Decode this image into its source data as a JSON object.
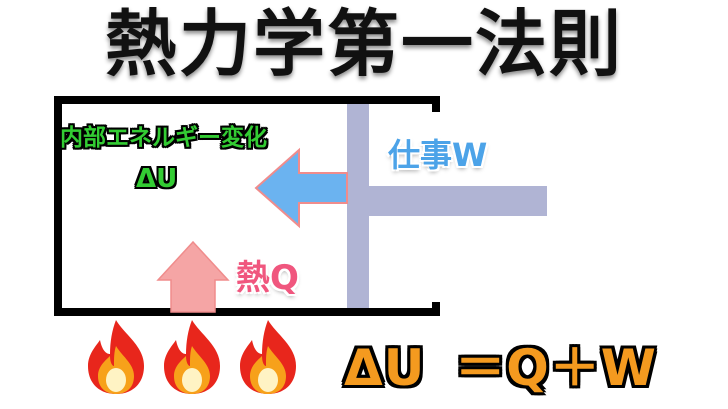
{
  "title": "熱力学第一法則",
  "labels": {
    "internal_energy": "内部エネルギー変化",
    "delta_u": "ΔU",
    "work": "仕事W",
    "heat": "熱Q"
  },
  "equation": {
    "lhs": "ΔU",
    "rhs": "＝Q＋W"
  },
  "icons": [
    "flame-icon",
    "flame-icon",
    "flame-icon"
  ],
  "colors": {
    "title": "#111111",
    "container": "#000000",
    "internal_energy": "#33cc33",
    "work": "#4ca3e8",
    "work_arrow": "#6bb3f0",
    "heat": "#f0567e",
    "heat_arrow": "#f5a5a5",
    "piston": "#b0b4d4",
    "equation": "#f49a1f",
    "flame_outer": "#e8261c",
    "flame_mid": "#f7a11a",
    "flame_inner": "#fff3c4"
  }
}
